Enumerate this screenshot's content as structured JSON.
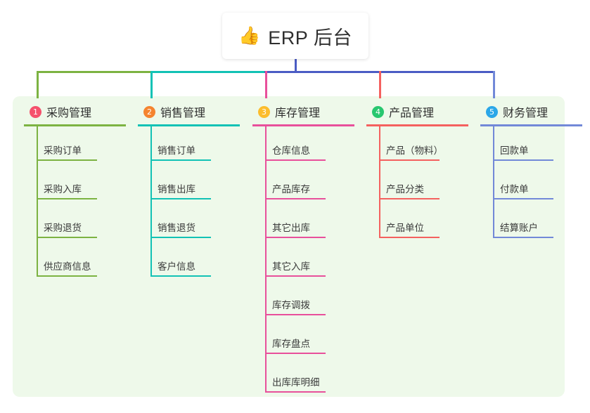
{
  "root": {
    "icon": "thumbs-up-icon",
    "icon_glyph": "👍",
    "label": "ERP 后台"
  },
  "theme": {
    "page_background": "#ffffff",
    "card_background": "#eef9ea",
    "text_color": "#3a3a3a",
    "stem_color": "#4b5cc4"
  },
  "connectors": {
    "bus_segments": [
      {
        "name": "bus-a",
        "color": "#7cb342"
      },
      {
        "name": "bus-b",
        "color": "#12c2b5"
      },
      {
        "name": "bus-c",
        "color": "#4b5cc4"
      }
    ]
  },
  "columns": [
    {
      "number": "1",
      "badge_color": "#f5516c",
      "accent_color": "#7cb342",
      "title": "采购管理",
      "items": [
        {
          "label": "采购订单"
        },
        {
          "label": "采购入库"
        },
        {
          "label": "采购退货"
        },
        {
          "label": "供应商信息"
        }
      ]
    },
    {
      "number": "2",
      "badge_color": "#f5842f",
      "accent_color": "#12c2b5",
      "title": "销售管理",
      "items": [
        {
          "label": "销售订单"
        },
        {
          "label": "销售出库"
        },
        {
          "label": "销售退货"
        },
        {
          "label": "客户信息"
        }
      ]
    },
    {
      "number": "3",
      "badge_color": "#fcbd2c",
      "accent_color": "#e8509b",
      "title": "库存管理",
      "items": [
        {
          "label": "仓库信息"
        },
        {
          "label": "产品库存"
        },
        {
          "label": "其它出库"
        },
        {
          "label": "其它入库"
        },
        {
          "label": "库存调拨"
        },
        {
          "label": "库存盘点"
        },
        {
          "label": "出库库明细"
        }
      ]
    },
    {
      "number": "4",
      "badge_color": "#28c76f",
      "accent_color": "#f4615f",
      "title": "产品管理",
      "items": [
        {
          "label": "产品（物料）"
        },
        {
          "label": "产品分类"
        },
        {
          "label": "产品单位"
        }
      ]
    },
    {
      "number": "5",
      "badge_color": "#2ba7e8",
      "accent_color": "#7289d8",
      "title": "财务管理",
      "items": [
        {
          "label": "回款单"
        },
        {
          "label": "付款单"
        },
        {
          "label": "结算账户"
        }
      ]
    }
  ]
}
